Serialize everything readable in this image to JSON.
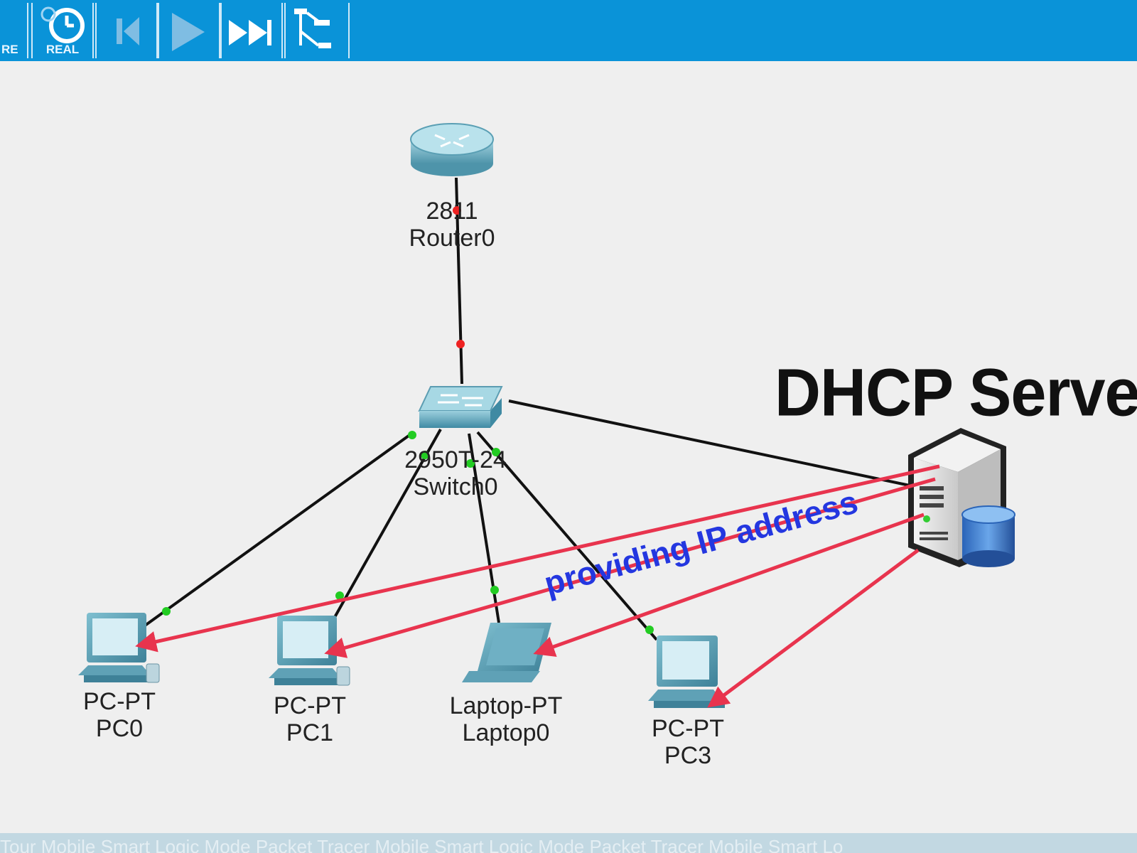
{
  "toolbar": {
    "realtime_label": "REAL",
    "partial_left_label": "RE",
    "buttons": [
      "realtime-mode-icon",
      "step-back-icon",
      "play-icon",
      "fast-forward-icon",
      "topology-icon"
    ]
  },
  "devices": {
    "router": {
      "model": "2811",
      "name": "Router0"
    },
    "switch": {
      "model": "2950T-24",
      "name": "Switch0"
    },
    "pc0": {
      "model": "PC-PT",
      "name": "PC0"
    },
    "pc1": {
      "model": "PC-PT",
      "name": "PC1"
    },
    "laptop0": {
      "model": "Laptop-PT",
      "name": "Laptop0"
    },
    "pc3": {
      "model": "PC-PT",
      "name": "PC3"
    }
  },
  "annotations": {
    "server_title": "DHCP Server",
    "arrow_caption": "providing IP address"
  },
  "statusbar": {
    "text": "Tour  Mobile Smart Logic Mode  Packet Tracer  Mobile Smart Logic Mode  Packet Tracer  Mobile Smart Lo"
  },
  "colors": {
    "toolbar": "#0a93d8",
    "canvas": "#efefef",
    "link": "#111111",
    "arrow": "#e8344e",
    "caption": "#2437e0",
    "port_up": "#22cc22",
    "port_down": "#ee2222"
  }
}
